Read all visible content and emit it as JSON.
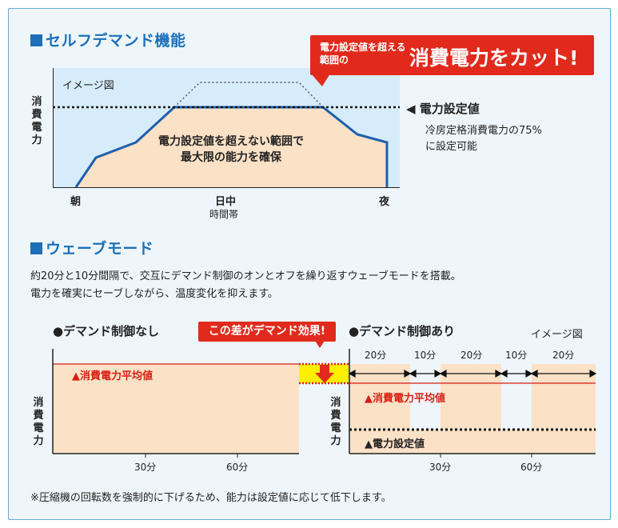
{
  "section1": {
    "title": "セルフデマンド機能",
    "image_label": "イメージ図",
    "y_label": [
      "消",
      "費",
      "電",
      "力"
    ],
    "callout_small": "電力設定値を超える範囲の",
    "callout_big": "消費電力をカット!",
    "inside_text_1": "電力設定値を超えない範囲で",
    "inside_text_2": "最大限の能力を確保",
    "setpoint_label": "◀ 電力設定値",
    "setpoint_note_1": "冷房定格消費電力の75%",
    "setpoint_note_2": "に設定可能",
    "x_ticks": [
      "朝",
      "日中",
      "夜"
    ],
    "x_axis_label": "時間帯"
  },
  "section2": {
    "title": "ウェーブモード",
    "desc_1": "約20分と10分間隔で、交互にデマンド制御のオンとオフを繰り返すウェーブモードを搭載。",
    "desc_2": "電力を確実にセーブしながら、温度変化を抑えます。",
    "left_title": "●デマンド制御なし",
    "right_title": "●デマンド制御あり",
    "image_label": "イメージ図",
    "effect_tag": "この差がデマンド効果!",
    "left_avg": "▲消費電力平均値",
    "right_avg": "▲消費電力平均値",
    "right_setpoint": "▲電力設定値",
    "y_label": [
      "消",
      "費",
      "電",
      "力"
    ],
    "left_ticks": [
      "30分",
      "60分"
    ],
    "right_ticks": [
      "30分",
      "60分"
    ],
    "intervals": [
      "20分",
      "10分",
      "20分",
      "10分",
      "20分"
    ]
  },
  "footnote": "※圧縮機の回転数を強制的に下げるため、能力は設定値に応じて低下します。",
  "colors": {
    "accent_blue": "#1d6fb8",
    "red": "#e12a1c",
    "fill": "#fbe1c6",
    "sky": "#d6ecfb"
  }
}
